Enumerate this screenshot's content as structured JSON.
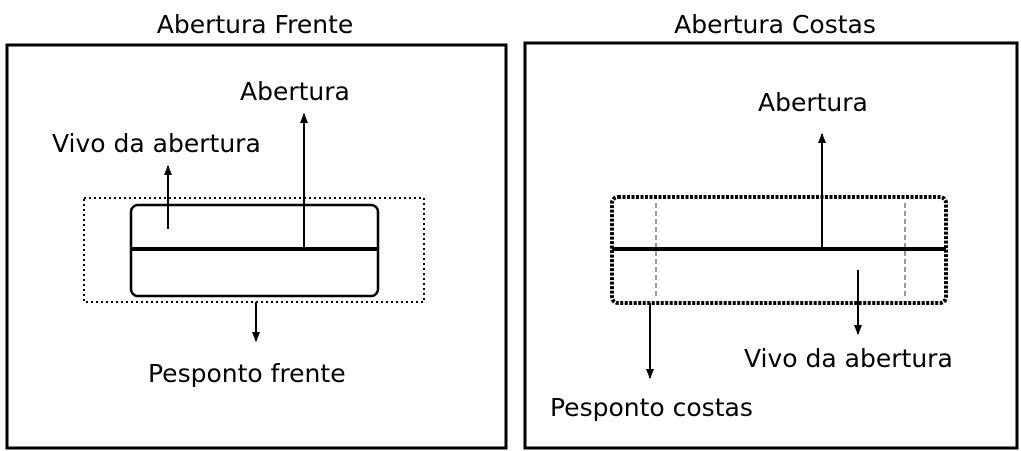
{
  "front": {
    "title": "Abertura Frente",
    "label_opening": "Abertura",
    "label_welt": "Vivo da abertura",
    "label_stitch": "Pesponto frente"
  },
  "back": {
    "title": "Abertura Costas",
    "label_opening": "Abertura",
    "label_welt": "Vivo da abertura",
    "label_stitch": "Pesponto costas"
  }
}
